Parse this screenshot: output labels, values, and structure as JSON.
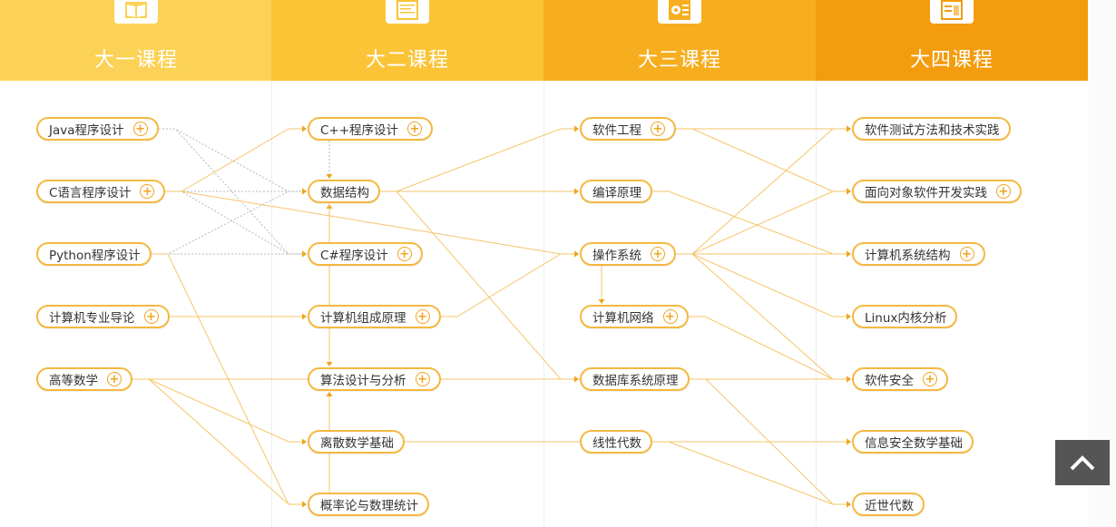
{
  "columns": [
    {
      "key": "y1",
      "title": "大一课程",
      "color": "#fcd256",
      "icon": "book-icon"
    },
    {
      "key": "y2",
      "title": "大二课程",
      "color": "#fbc437",
      "icon": "document-icon"
    },
    {
      "key": "y3",
      "title": "大三课程",
      "color": "#f6ae1f",
      "icon": "gear-window-icon"
    },
    {
      "key": "y4",
      "title": "大四课程",
      "color": "#f39c0e",
      "icon": "layout-window-icon"
    }
  ],
  "courses": [
    {
      "id": "java",
      "col": 0,
      "row": 0,
      "label": "Java程序设计",
      "expandable": true
    },
    {
      "id": "c",
      "col": 0,
      "row": 1,
      "label": "C语言程序设计",
      "expandable": true
    },
    {
      "id": "python",
      "col": 0,
      "row": 2,
      "label": "Python程序设计",
      "expandable": false
    },
    {
      "id": "intro",
      "col": 0,
      "row": 3,
      "label": "计算机专业导论",
      "expandable": true
    },
    {
      "id": "math",
      "col": 0,
      "row": 4,
      "label": "高等数学",
      "expandable": true
    },
    {
      "id": "cpp",
      "col": 1,
      "row": 0,
      "label": "C++程序设计",
      "expandable": true
    },
    {
      "id": "ds",
      "col": 1,
      "row": 1,
      "label": "数据结构",
      "expandable": false
    },
    {
      "id": "csharp",
      "col": 1,
      "row": 2,
      "label": "C#程序设计",
      "expandable": true
    },
    {
      "id": "co",
      "col": 1,
      "row": 3,
      "label": "计算机组成原理",
      "expandable": true
    },
    {
      "id": "algo",
      "col": 1,
      "row": 4,
      "label": "算法设计与分析",
      "expandable": true
    },
    {
      "id": "discrete",
      "col": 1,
      "row": 5,
      "label": "离散数学基础",
      "expandable": false
    },
    {
      "id": "prob",
      "col": 1,
      "row": 6,
      "label": "概率论与数理统计",
      "expandable": false
    },
    {
      "id": "se",
      "col": 2,
      "row": 0,
      "label": "软件工程",
      "expandable": true
    },
    {
      "id": "compiler",
      "col": 2,
      "row": 1,
      "label": "编译原理",
      "expandable": false
    },
    {
      "id": "os",
      "col": 2,
      "row": 2,
      "label": "操作系统",
      "expandable": true
    },
    {
      "id": "net",
      "col": 2,
      "row": 3,
      "label": "计算机网络",
      "expandable": true
    },
    {
      "id": "db",
      "col": 2,
      "row": 4,
      "label": "数据库系统原理",
      "expandable": false
    },
    {
      "id": "linalg",
      "col": 2,
      "row": 5,
      "label": "线性代数",
      "expandable": false
    },
    {
      "id": "testing",
      "col": 3,
      "row": 0,
      "label": "软件测试方法和技术实践",
      "expandable": false
    },
    {
      "id": "oop",
      "col": 3,
      "row": 1,
      "label": "面向对象软件开发实践",
      "expandable": true
    },
    {
      "id": "arch",
      "col": 3,
      "row": 2,
      "label": "计算机系统结构",
      "expandable": true
    },
    {
      "id": "linux",
      "col": 3,
      "row": 3,
      "label": "Linux内核分析",
      "expandable": false
    },
    {
      "id": "security",
      "col": 3,
      "row": 4,
      "label": "软件安全",
      "expandable": true
    },
    {
      "id": "infosec",
      "col": 3,
      "row": 5,
      "label": "信息安全数学基础",
      "expandable": false
    },
    {
      "id": "algebra",
      "col": 3,
      "row": 6,
      "label": "近世代数",
      "expandable": false
    }
  ],
  "links": [
    {
      "from": "java",
      "to": "ds",
      "style": "dotted"
    },
    {
      "from": "java",
      "to": "csharp",
      "style": "dotted"
    },
    {
      "from": "c",
      "to": "ds",
      "style": "dotted"
    },
    {
      "from": "c",
      "to": "csharp",
      "style": "dotted"
    },
    {
      "from": "c",
      "to": "cpp",
      "style": "solid"
    },
    {
      "from": "c",
      "to": "os",
      "style": "solid"
    },
    {
      "from": "python",
      "to": "ds",
      "style": "dotted"
    },
    {
      "from": "python",
      "to": "csharp",
      "style": "dotted"
    },
    {
      "from": "python",
      "to": "prob",
      "style": "solid"
    },
    {
      "from": "intro",
      "to": "co",
      "style": "solid"
    },
    {
      "from": "math",
      "to": "discrete",
      "style": "solid"
    },
    {
      "from": "math",
      "to": "prob",
      "style": "solid"
    },
    {
      "from": "math",
      "to": "security",
      "style": "solid"
    },
    {
      "from": "cpp",
      "to": "ds",
      "style": "dotted"
    },
    {
      "from": "csharp",
      "to": "ds",
      "style": "dotted"
    },
    {
      "from": "discrete",
      "to": "algo",
      "style": "solid"
    },
    {
      "from": "ds",
      "to": "compiler",
      "style": "solid"
    },
    {
      "from": "ds",
      "to": "se",
      "style": "solid"
    },
    {
      "from": "ds",
      "to": "db",
      "style": "solid"
    },
    {
      "from": "ds",
      "to": "algo",
      "style": "solid"
    },
    {
      "from": "prob",
      "to": "algo",
      "style": "solid"
    },
    {
      "from": "co",
      "to": "os",
      "style": "solid"
    },
    {
      "from": "discrete",
      "to": "infosec",
      "style": "solid"
    },
    {
      "from": "os",
      "to": "net",
      "style": "solid"
    },
    {
      "from": "os",
      "to": "testing",
      "style": "solid"
    },
    {
      "from": "os",
      "to": "oop",
      "style": "solid"
    },
    {
      "from": "os",
      "to": "arch",
      "style": "solid"
    },
    {
      "from": "os",
      "to": "linux",
      "style": "solid"
    },
    {
      "from": "os",
      "to": "security",
      "style": "solid"
    },
    {
      "from": "se",
      "to": "testing",
      "style": "solid"
    },
    {
      "from": "se",
      "to": "oop",
      "style": "solid"
    },
    {
      "from": "compiler",
      "to": "arch",
      "style": "solid"
    },
    {
      "from": "net",
      "to": "security",
      "style": "solid"
    },
    {
      "from": "linalg",
      "to": "infosec",
      "style": "solid"
    },
    {
      "from": "linalg",
      "to": "algebra",
      "style": "solid"
    },
    {
      "from": "db",
      "to": "algebra",
      "style": "solid"
    }
  ],
  "ui": {
    "back_to_top_icon": "chevron-up-icon",
    "line_color": "#f5c56a",
    "dotted_color": "#b9b9b9"
  }
}
